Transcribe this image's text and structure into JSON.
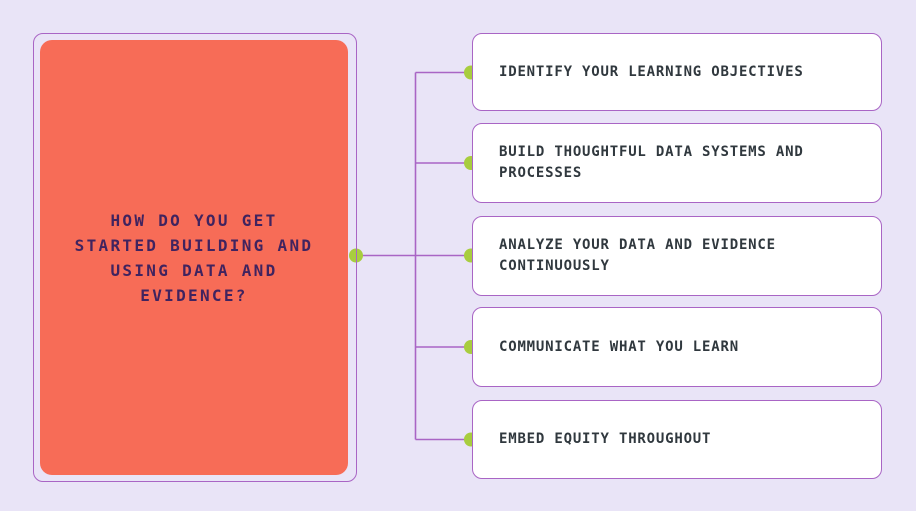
{
  "palette": {
    "background": "#E9E4F7",
    "root_fill": "#F76C57",
    "root_text": "#40235F",
    "line": "#A965C5",
    "node_fill": "#FFFFFF",
    "node_border": "#A965C5",
    "node_text": "#30383E",
    "dot": "#A8CD3F",
    "edge_strip": "#FFFFFF"
  },
  "diagram": {
    "type": "mindmap",
    "root": {
      "label": "HOW DO YOU GET\nSTARTED BUILDING AND\nUSING DATA AND\nEVIDENCE?"
    },
    "branches": [
      {
        "label": "IDENTIFY YOUR LEARNING OBJECTIVES"
      },
      {
        "label": "BUILD THOUGHTFUL DATA SYSTEMS AND\nPROCESSES"
      },
      {
        "label": "ANALYZE YOUR DATA AND EVIDENCE\nCONTINUOUSLY"
      },
      {
        "label": "COMMUNICATE WHAT YOU LEARN"
      },
      {
        "label": "EMBED EQUITY THROUGHOUT"
      }
    ]
  }
}
